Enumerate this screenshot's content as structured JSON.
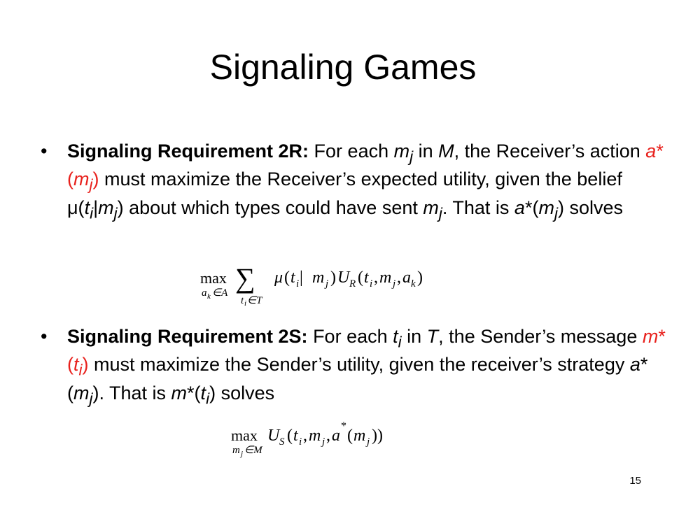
{
  "slide": {
    "title": "Signaling Games",
    "page_number": "15"
  },
  "bullets": [
    {
      "symbol": "•",
      "heading": "Signaling Requirement 2R:",
      "t1": " For each ",
      "m": "m",
      "j": "j",
      "t2": " in ",
      "M": "M",
      "t3": ", the Receiver’s action ",
      "a": "a",
      "star_open": "*(",
      "close": ")",
      "t4": " must maximize the Receiver’s expected utility, given the belief μ(",
      "t_var": "t",
      "i": "i",
      "bar": "|",
      "t5": " about which types could have sent ",
      "t6": ". That is ",
      "t7": " solves"
    },
    {
      "symbol": "•",
      "heading": "Signaling Requirement 2S:",
      "t1": " For each ",
      "t_var": "t",
      "i": "i",
      "t2": " in ",
      "T": "T",
      "t3": ", the Sender’s message ",
      "m": "m",
      "star_open": "*(",
      "close": ")",
      "t4": " must maximize the Sender’s utility, given the receiver’s strategy ",
      "a": "a",
      "j": "j",
      "t5": ". That is ",
      "t6": " solves"
    }
  ],
  "formula_2r": {
    "max": "max",
    "sigma": "∑",
    "sub_a": "a",
    "sub_k": "k",
    "in_A": "∈A",
    "sub_t": "t",
    "sub_i": "i",
    "in_T": "∈T",
    "mu": "μ",
    "open": "(",
    "t": "t",
    "i": "i",
    "bar": " | ",
    "m": "m",
    "j": "j",
    "close": ")",
    "U": "U",
    "R": "R",
    "comma": ",",
    "a": "a",
    "k": "k"
  },
  "formula_2s": {
    "max": "max",
    "sub_m": "m",
    "sub_j": "j",
    "in_M": "∈M",
    "U": "U",
    "S": "S",
    "open": "(",
    "t": "t",
    "i": "i",
    "comma": ",",
    "m": "m",
    "j": "j",
    "a": "a",
    "star": "*",
    "close2": "))"
  },
  "colors": {
    "highlight": "#e8201c",
    "text": "#000000",
    "background": "#ffffff"
  }
}
